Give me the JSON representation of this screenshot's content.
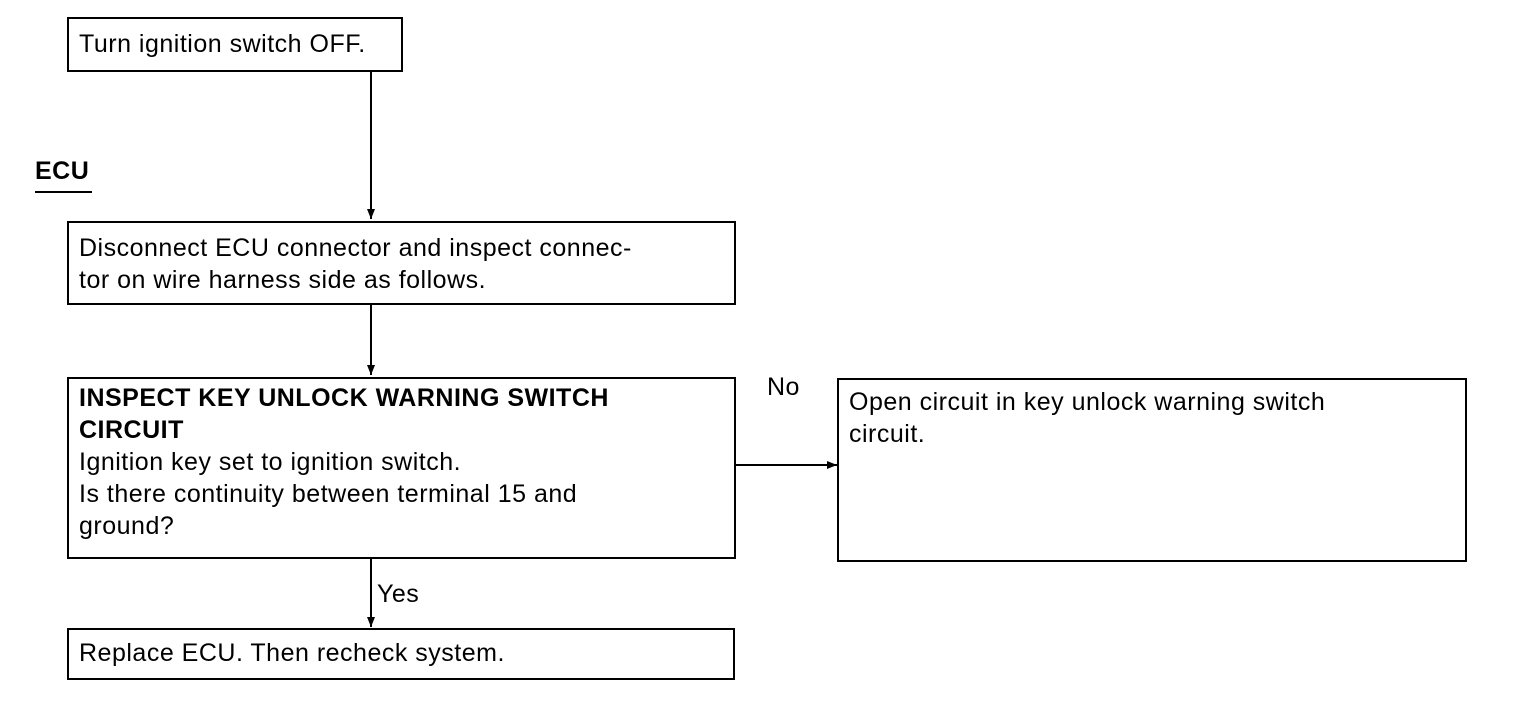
{
  "section": {
    "label": "ECU"
  },
  "steps": {
    "turn_off": {
      "lines": [
        "Turn ignition switch OFF."
      ]
    },
    "disconnect": {
      "lines": [
        "Disconnect ECU connector and inspect connec-",
        "tor on wire harness side as follows."
      ]
    },
    "inspect": {
      "title_lines": [
        "INSPECT KEY UNLOCK WARNING SWITCH",
        "CIRCUIT"
      ],
      "body_lines": [
        "Ignition key set to ignition switch.",
        "Is there continuity between terminal 15 and",
        "ground?"
      ]
    },
    "open_circuit": {
      "lines": [
        "Open circuit in key unlock warning switch",
        "circuit."
      ]
    },
    "replace": {
      "lines": [
        "Replace ECU. Then recheck system."
      ]
    }
  },
  "branches": {
    "no": "No",
    "yes": "Yes"
  },
  "colors": {
    "ink": "#000000",
    "paper": "#ffffff"
  }
}
